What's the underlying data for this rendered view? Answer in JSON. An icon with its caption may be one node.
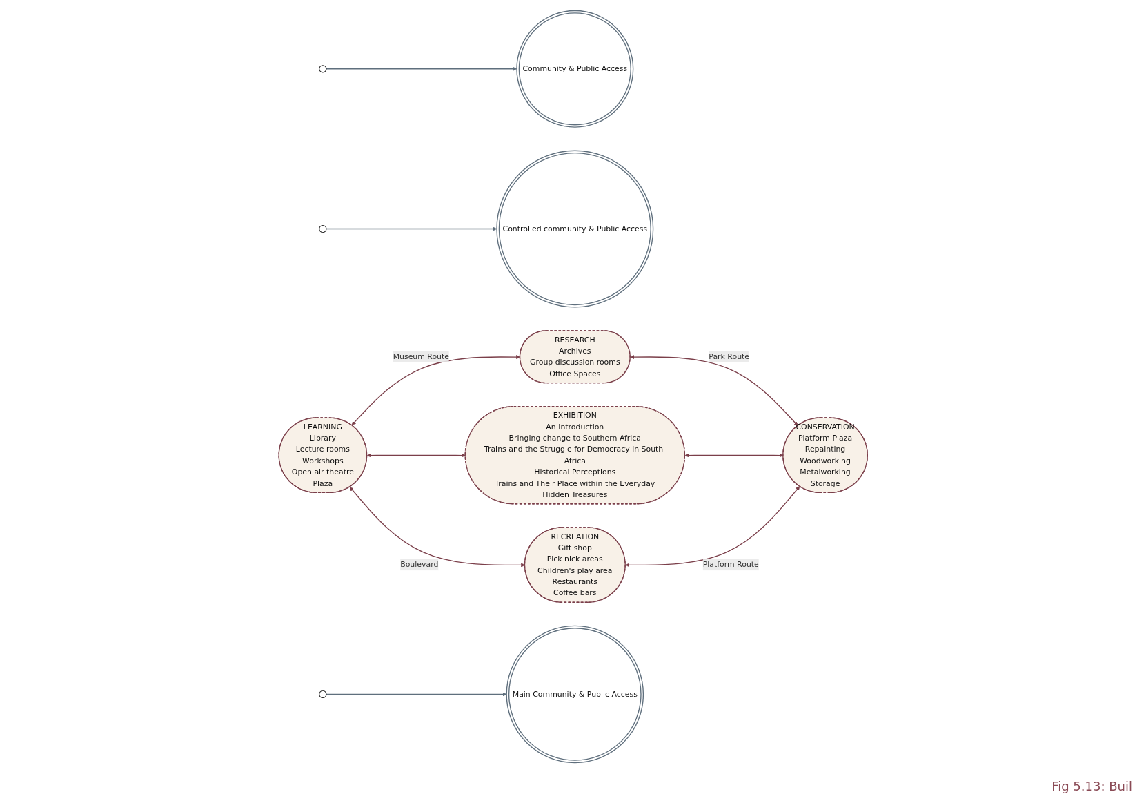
{
  "diagram": {
    "caption": "Fig 5.13: Buil",
    "nodes": [
      {
        "text": [
          "RESEARCH",
          "Archives",
          "Group discussion rooms",
          "Office Spaces"
        ]
      },
      {
        "text": [
          "Community & Public Access"
        ]
      },
      {
        "text": [
          "Controlled community & Public Access"
        ]
      },
      {
        "text": [],
        "shape": "circle"
      },
      {
        "text": [],
        "shape": "circle"
      },
      {
        "text": [
          "LEARNING",
          "Library",
          "Lecture rooms",
          "Workshops",
          "Open air theatre",
          "Plaza"
        ]
      },
      {
        "text": [
          "EXHIBITION",
          "An Introduction",
          "Bringing change to Southern Africa",
          "Trains and the Struggle for Democracy in South Africa",
          "Historical Perceptions",
          "Trains and Their Place within the Everyday",
          "Hidden Treasures"
        ]
      },
      {
        "text": [
          "CONSERVATION",
          "Platform Plaza",
          "Repainting",
          "Woodworking",
          "Metalworking",
          "Storage"
        ]
      },
      {
        "text": [],
        "shape": "circle"
      },
      {
        "text": [
          "Main Community & Public Access"
        ]
      },
      {
        "text": [
          "RECREATION",
          "Gift shop",
          "Pick nick areas",
          "Children's play area",
          "Restaurants",
          "Coffee bars"
        ]
      }
    ],
    "edges": [
      {
        "from": 5,
        "to": 0,
        "arrow": "both",
        "label": "Museum Route"
      },
      {
        "from": 0,
        "to": 7,
        "arrow": "both",
        "label": "Park Route"
      },
      {
        "from": 5,
        "to": 6,
        "arrow": "both"
      },
      {
        "from": 6,
        "to": 7,
        "arrow": "both"
      },
      {
        "from": 5,
        "to": 10,
        "arrow": "both",
        "label": "Boulevard"
      },
      {
        "from": 10,
        "to": 7,
        "arrow": "both",
        "label": "Platform Route"
      },
      {
        "from": 3,
        "to": 1,
        "arrow": "to",
        "color": "#5f6f7d"
      },
      {
        "from": 4,
        "to": 2,
        "arrow": "to",
        "color": "#5f6f7d"
      },
      {
        "from": 8,
        "to": 9,
        "arrow": "to",
        "color": "#5f6f7d"
      }
    ]
  }
}
